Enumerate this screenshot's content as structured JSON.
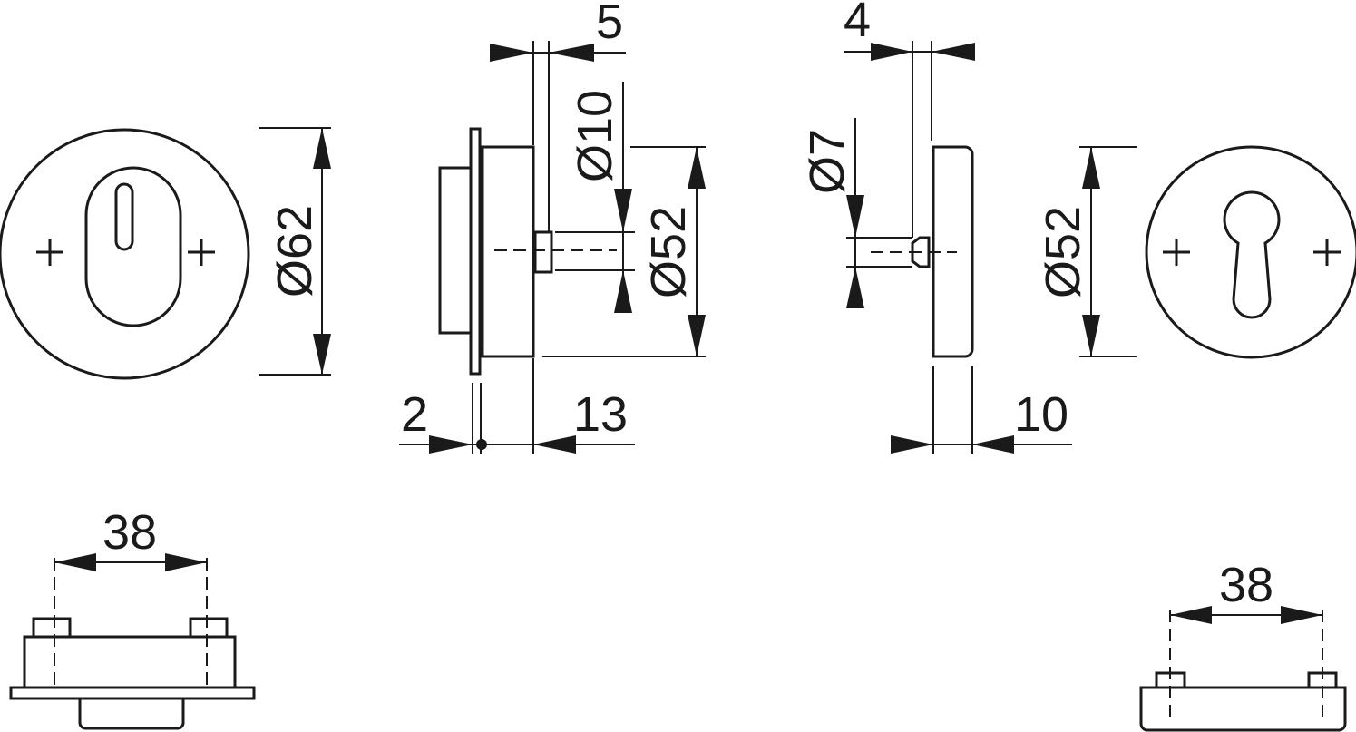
{
  "dimensions": {
    "d_outer_rose_left": "Ø62",
    "d_inner_side": "Ø52",
    "d_cylinder_hole": "Ø10",
    "d_screw": "Ø7",
    "d_rose_right": "Ø52",
    "t_offset_top_left": "5",
    "t_offset_top_right": "4",
    "t_plate": "2",
    "t_body": "13",
    "t_rose_right": "10",
    "screw_spacing_left": "38",
    "screw_spacing_right": "38"
  },
  "colors": {
    "line": "#1a1a1a",
    "background": "#ffffff"
  }
}
